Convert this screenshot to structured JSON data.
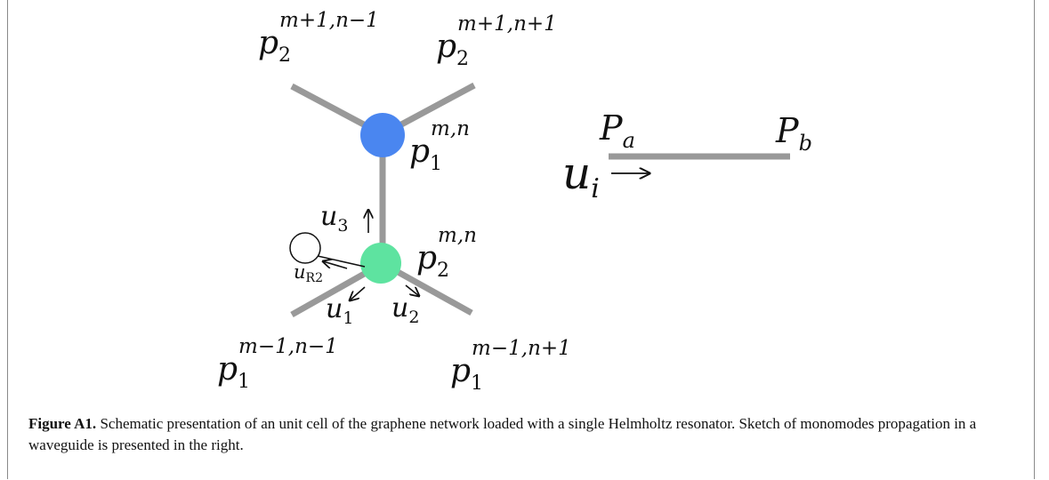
{
  "figure": {
    "label": "Figure A1.",
    "caption_text": " Schematic presentation of an unit cell of the graphene network loaded with a single Helmholtz resonator. Sketch of monomodes propagation in a waveguide is presented in the right."
  },
  "diagram": {
    "node_blue": {
      "base": "p",
      "sub": "1",
      "sup": "m,n",
      "color": "#4a86f0"
    },
    "node_green": {
      "base": "p",
      "sub": "2",
      "sup": "m,n",
      "color": "#5ee3a0"
    },
    "top_left_label": {
      "base": "p",
      "sub": "2",
      "sup": "m+1,n−1"
    },
    "top_right_label": {
      "base": "p",
      "sub": "2",
      "sup": "m+1,n+1"
    },
    "bottom_left_label": {
      "base": "p",
      "sub": "1",
      "sup": "m−1,n−1"
    },
    "bottom_right_label": {
      "base": "p",
      "sub": "1",
      "sup": "m−1,n+1"
    },
    "u3": {
      "base": "u",
      "sub": "3"
    },
    "u1": {
      "base": "u",
      "sub": "1"
    },
    "u2": {
      "base": "u",
      "sub": "2"
    },
    "uR2": {
      "base": "u",
      "sub": "R2"
    },
    "bond_color": "#999999"
  },
  "waveguide": {
    "left_end": {
      "base": "P",
      "sub": "a"
    },
    "right_end": {
      "base": "P",
      "sub": "b"
    },
    "ui": {
      "base": "u",
      "sub": "i"
    }
  }
}
